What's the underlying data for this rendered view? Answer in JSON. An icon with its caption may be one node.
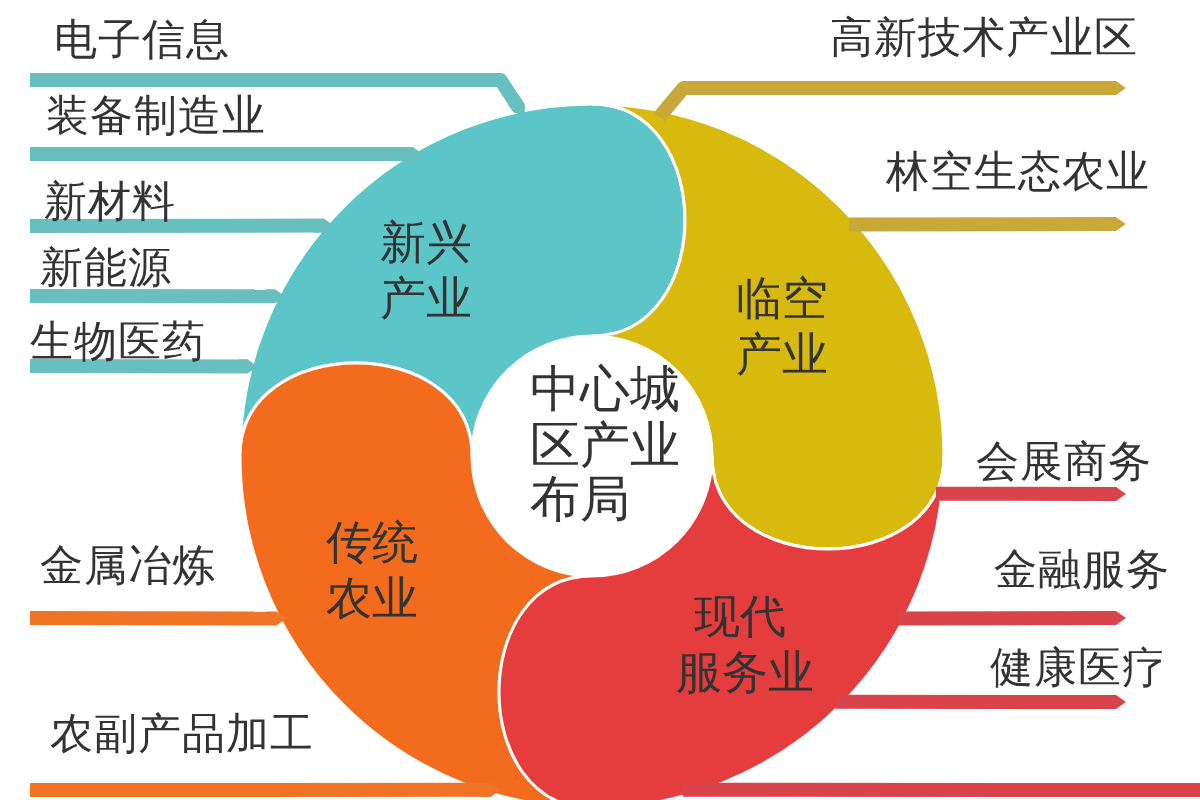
{
  "diagram": {
    "nodes": [
      {
        "text": [
          "新兴产业"
        ]
      },
      {
        "text": [
          "临空产业"
        ]
      },
      {
        "text": [
          "中心城区产业布局"
        ]
      },
      {
        "text": [
          "传统农业"
        ]
      },
      {
        "text": [
          "现代服务业"
        ]
      },
      {
        "text": [
          "电子信息"
        ]
      },
      {
        "text": [
          "装备制造业"
        ]
      },
      {
        "text": [
          "新材料"
        ]
      },
      {
        "text": [
          "新能源"
        ]
      },
      {
        "text": [
          "生物医药"
        ]
      },
      {
        "text": [
          "金属冶炼"
        ]
      },
      {
        "text": [
          "农副产品加工"
        ]
      },
      {
        "text": [
          "高新技术产业区"
        ]
      },
      {
        "text": [
          "林空生态农业"
        ]
      },
      {
        "text": [
          "会展商务"
        ]
      },
      {
        "text": [
          "金融服务"
        ]
      },
      {
        "text": [
          "健康医疗"
        ]
      }
    ],
    "edges": [
      {
        "from": 5,
        "to": 0,
        "arrow": "to"
      },
      {
        "from": 6,
        "to": 0,
        "arrow": "to"
      },
      {
        "from": 7,
        "to": 0,
        "arrow": "to"
      },
      {
        "from": 8,
        "to": 0,
        "arrow": "to"
      },
      {
        "from": 9,
        "to": 0,
        "arrow": "to"
      },
      {
        "from": 10,
        "to": 3,
        "arrow": "to",
        "color": "#f07326"
      },
      {
        "from": 11,
        "to": 3,
        "arrow": "to",
        "color": "#f07326"
      },
      {
        "from": 1,
        "to": 12,
        "arrow": "to",
        "color": "#c9a83a"
      },
      {
        "from": 1,
        "to": 13,
        "arrow": "to",
        "color": "#c9a83a"
      },
      {
        "from": 4,
        "to": 14,
        "arrow": "to",
        "color": "#d8434c"
      },
      {
        "from": 4,
        "to": 15,
        "arrow": "to",
        "color": "#d8434c"
      },
      {
        "from": 4,
        "to": 16,
        "arrow": "to",
        "color": "#d8434c"
      },
      {
        "from": 4,
        "to": null,
        "arrow": "none",
        "color": "#d8434c"
      }
    ]
  }
}
